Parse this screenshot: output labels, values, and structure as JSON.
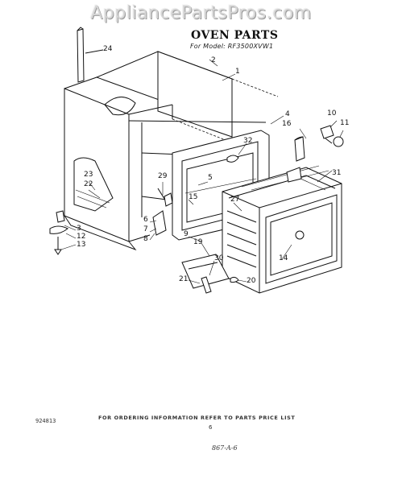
{
  "watermark": "AppliancePartsPros.com",
  "title": "OVEN PARTS",
  "subtitle": "For Model: RF3500XVW1",
  "callouts": {
    "n24": "24",
    "n2": "2",
    "n1": "1",
    "n4": "4",
    "n10": "10",
    "n16": "16",
    "n11": "11",
    "n32": "32",
    "n31": "31",
    "n23": "23",
    "n22": "22",
    "n29": "29",
    "n5": "5",
    "n15": "15",
    "n27": "27",
    "n3": "3",
    "n12": "12",
    "n13": "13",
    "n6": "6",
    "n7": "7",
    "n8": "8",
    "n9": "9",
    "n19": "19",
    "n30": "30",
    "n14": "14",
    "n21": "21",
    "n20": "20"
  },
  "footer": {
    "doc_code": "924813",
    "order_note": "FOR ORDERING INFORMATION REFER TO PARTS PRICE LIST",
    "page_number": "6",
    "handwritten": "867-A-6"
  },
  "icons": [
    "oven-cabinet",
    "oven-liner",
    "oven-rack",
    "door-hinge",
    "leveling-leg",
    "knob",
    "oven-light"
  ]
}
